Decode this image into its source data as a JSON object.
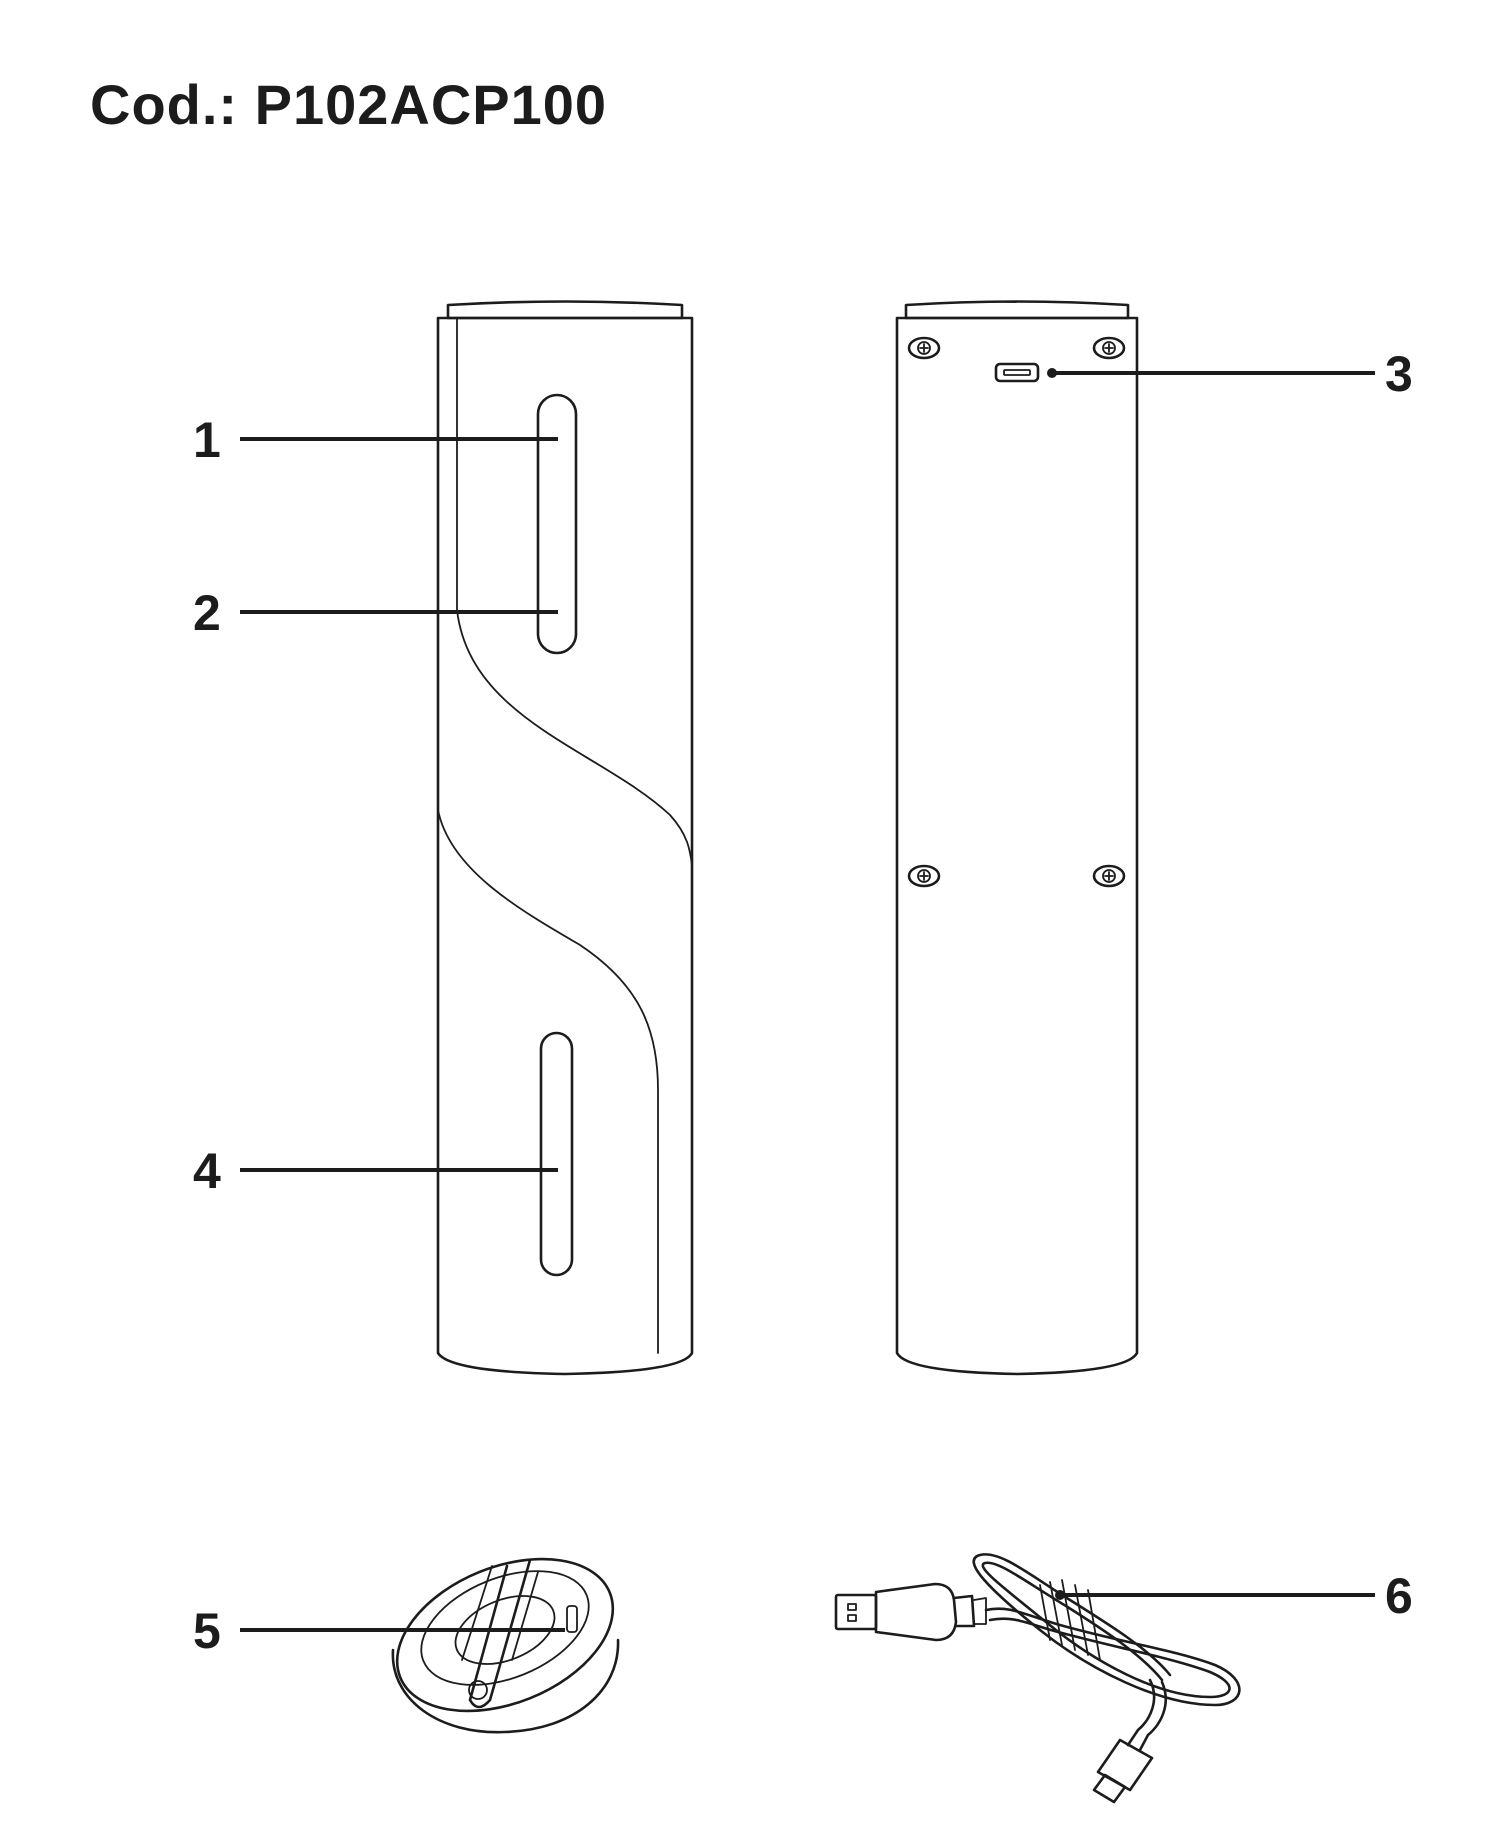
{
  "title": "Cod.: P102ACP100",
  "callouts": [
    "1",
    "2",
    "3",
    "4",
    "5",
    "6"
  ]
}
